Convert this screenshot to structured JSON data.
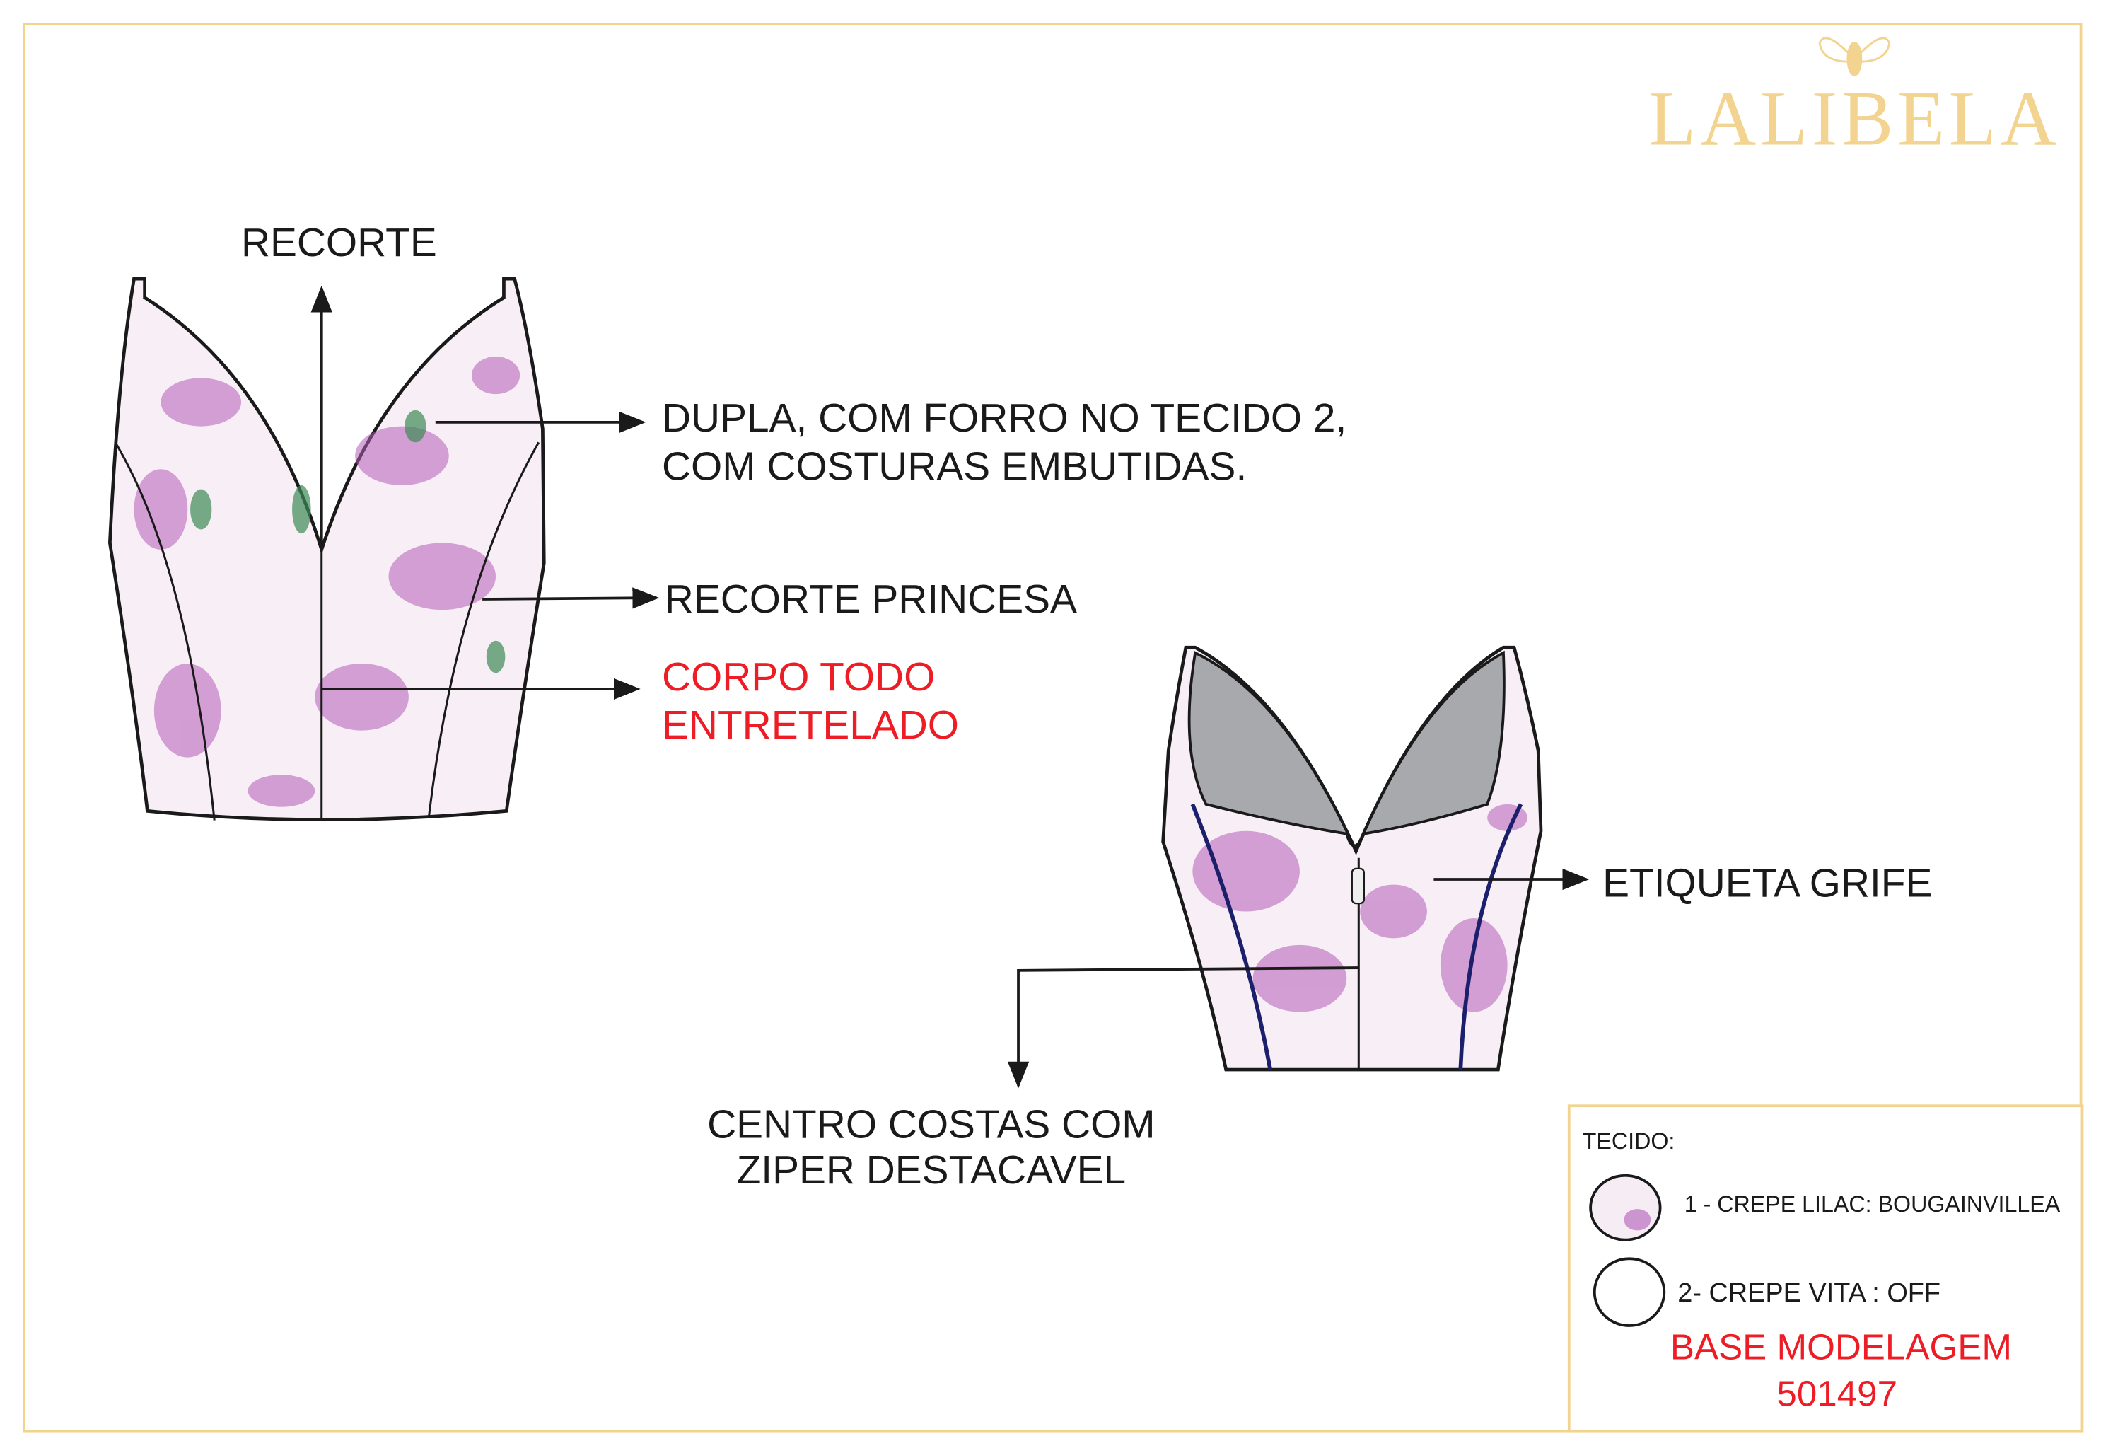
{
  "brand": {
    "name": "LALIBELA",
    "color": "#f2d490",
    "logo_icon": "bee-icon"
  },
  "front_annotations": {
    "recorte": "RECORTE",
    "dupla_line1": "DUPLA, COM FORRO NO TECIDO 2,",
    "dupla_line2": "COM COSTURAS EMBUTIDAS.",
    "recorte_princesa": "RECORTE PRINCESA",
    "corpo_line1": "CORPO TODO",
    "corpo_line2": "ENTRETELADO"
  },
  "back_annotations": {
    "etiqueta": "ETIQUETA GRIFE",
    "centro_line1": "CENTRO COSTAS COM",
    "centro_line2": "ZIPER DESTACAVEL"
  },
  "fabric_box": {
    "title": "TECIDO:",
    "items": [
      {
        "label": "1 - CREPE LILAC: BOUGAINVILLEA",
        "swatch": "floral"
      },
      {
        "label": "2- CREPE VITA : OFF",
        "swatch": "plain"
      }
    ],
    "base_label": "BASE MODELAGEM",
    "base_number": "501497"
  },
  "colors": {
    "frame": "#f2d490",
    "accent_red": "#ee1c24",
    "floral": "#b25cb8",
    "lining": "#a7a9ac",
    "seam": "#1c1f6b"
  }
}
